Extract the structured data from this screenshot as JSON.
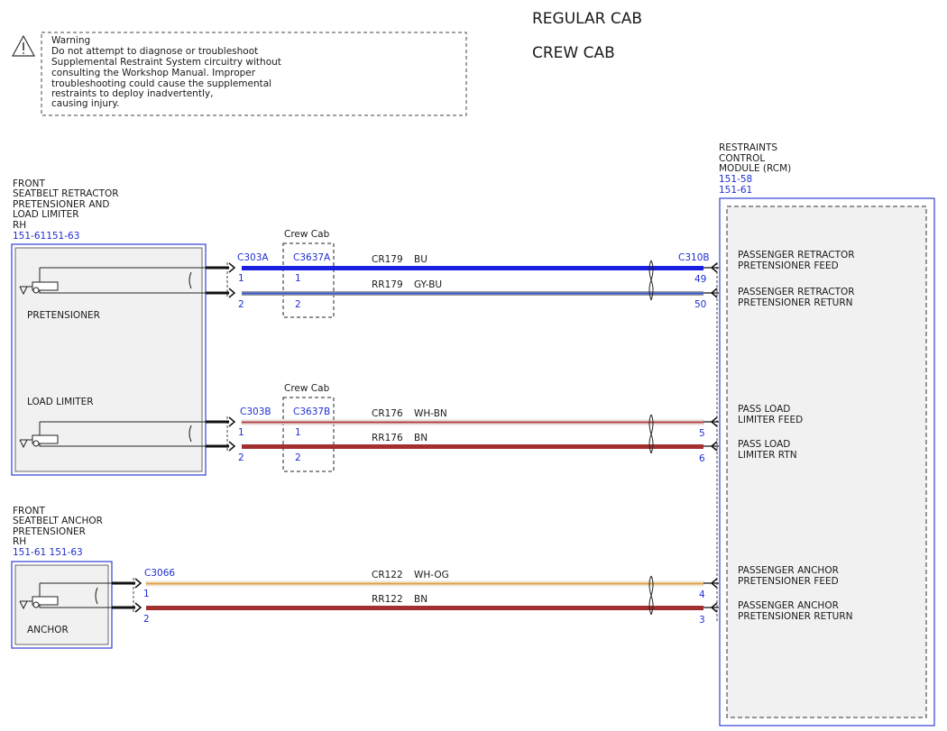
{
  "headers": [
    "REGULAR CAB",
    "CREW CAB"
  ],
  "warning": {
    "lines": [
      "Warning",
      "Do not attempt to diagnose or troubleshoot",
      "Supplemental Restraint System circuitry without",
      "consulting the Workshop Manual. Improper",
      "troubleshooting could cause the supplemental",
      "restraints to deploy inadvertently,",
      "causing injury."
    ]
  },
  "left_components": {
    "retractor": {
      "title_lines": [
        "FRONT",
        "SEATBELT RETRACTOR",
        "PRETENSIONER AND",
        "LOAD LIMITER",
        "RH"
      ],
      "refs": "151-61151-63",
      "pretensioner_label": "PRETENSIONER",
      "load_limiter_label": "LOAD LIMITER"
    },
    "anchor": {
      "title_lines": [
        "FRONT",
        "SEATBELT ANCHOR",
        "PRETENSIONER",
        "RH"
      ],
      "refs": "151-61 151-63",
      "anchor_label": "ANCHOR"
    }
  },
  "rcm": {
    "title_lines": [
      "RESTRAINTS",
      "CONTROL",
      "MODULE (RCM)"
    ],
    "refs": [
      "151-58",
      "151-61"
    ],
    "connector": "C310B"
  },
  "inline": {
    "label": "Crew Cab",
    "connectors": [
      "C3637A",
      "C3637B"
    ]
  },
  "left_connectors": [
    "C303A",
    "C303B",
    "C3066"
  ],
  "wires": [
    {
      "circuit": "CR179",
      "color_code": "BU",
      "left_pin": "1",
      "inline_pin": "1",
      "rcm_pin": "49",
      "signal": [
        "PASSENGER RETRACTOR",
        "PRETENSIONER FEED"
      ],
      "color": "#1a1fe0",
      "stripe": ""
    },
    {
      "circuit": "RR179",
      "color_code": "GY-BU",
      "left_pin": "2",
      "inline_pin": "2",
      "rcm_pin": "50",
      "signal": [
        "PASSENGER RETRACTOR",
        "PRETENSIONER RETURN"
      ],
      "color": "#9a9a9a",
      "stripe": "#3b5bd8"
    },
    {
      "circuit": "CR176",
      "color_code": "WH-BN",
      "left_pin": "1",
      "inline_pin": "1",
      "rcm_pin": "5",
      "signal": [
        "PASS LOAD",
        "LIMITER FEED"
      ],
      "color": "#f3ecec",
      "stripe": "#b04040"
    },
    {
      "circuit": "RR176",
      "color_code": "BN",
      "left_pin": "2",
      "inline_pin": "2",
      "rcm_pin": "6",
      "signal": [
        "PASS LOAD",
        "LIMITER RTN"
      ],
      "color": "#a33030",
      "stripe": ""
    },
    {
      "circuit": "CR122",
      "color_code": "WH-OG",
      "left_pin": "1",
      "inline_pin": "",
      "rcm_pin": "4",
      "signal": [
        "PASSENGER ANCHOR",
        "PRETENSIONER FEED"
      ],
      "color": "#f6f0e6",
      "stripe": "#e0a040"
    },
    {
      "circuit": "RR122",
      "color_code": "BN",
      "left_pin": "2",
      "inline_pin": "",
      "rcm_pin": "3",
      "signal": [
        "PASSENGER ANCHOR",
        "PRETENSIONER RETURN"
      ],
      "color": "#a33030",
      "stripe": ""
    }
  ]
}
